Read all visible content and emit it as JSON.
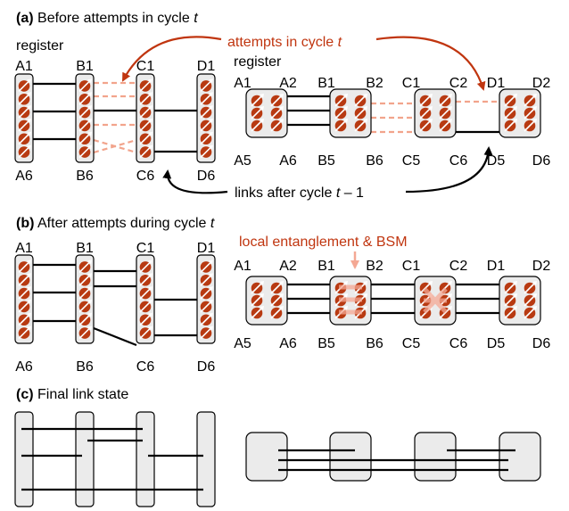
{
  "panels": {
    "a": {
      "tag": "(a)",
      "title": "Before attempts in cycle ",
      "var": "t"
    },
    "b": {
      "tag": "(b)",
      "title": "After attempts during cycle ",
      "var": "t"
    },
    "c": {
      "tag": "(c)",
      "title": "Final link state"
    }
  },
  "annotations": {
    "register_left": "register",
    "register_right": "register",
    "attempts_text": "attempts in cycle ",
    "attempts_var": "t",
    "links_text": "links after cycle ",
    "links_var": "t",
    "links_suffix": " – 1",
    "local_ent": "local entanglement & BSM"
  },
  "labels": {
    "left_top": [
      "A1",
      "B1",
      "C1",
      "D1"
    ],
    "left_bottom": [
      "A6",
      "B6",
      "C6",
      "D6"
    ],
    "right_top": [
      "A1",
      "A2",
      "B1",
      "B2",
      "C1",
      "C2",
      "D1",
      "D2"
    ],
    "right_bottom": [
      "A5",
      "A6",
      "B5",
      "B6",
      "C5",
      "C6",
      "D5",
      "D6"
    ]
  },
  "colors": {
    "accent": "#c0350f",
    "dashed_link": "#f2a48c",
    "node_fill": "#ebebeb",
    "qubit": "#b83a12",
    "local_ent": "#f4a894"
  },
  "icons": {
    "qubit": "qubit-spin-icon"
  }
}
